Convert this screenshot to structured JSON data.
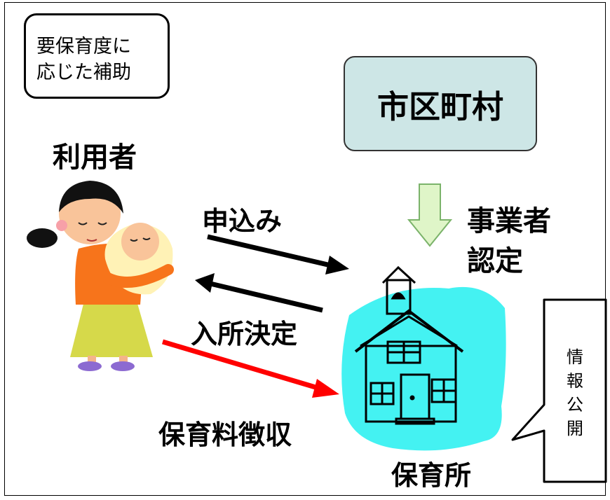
{
  "note": {
    "line1": "要保育度に",
    "line2": "応じた補助"
  },
  "municipality": "市区町村",
  "user_label": "利用者",
  "application_label": "申込み",
  "admission_label": "入所決定",
  "fee_label": "保育料徴収",
  "operator_line1": "事業者",
  "operator_line2": "認定",
  "nursery_label": "保育所",
  "info_disclosure": [
    "情",
    "報",
    "公",
    "開"
  ],
  "colors": {
    "municipality_fill": "#cde6e6",
    "nursery_fill": "#44f2f2",
    "down_arrow_fill": "#dff5c8",
    "down_arrow_stroke": "#7bb36a",
    "fee_arrow": "#ff0000",
    "flow_arrows": "#000000"
  }
}
